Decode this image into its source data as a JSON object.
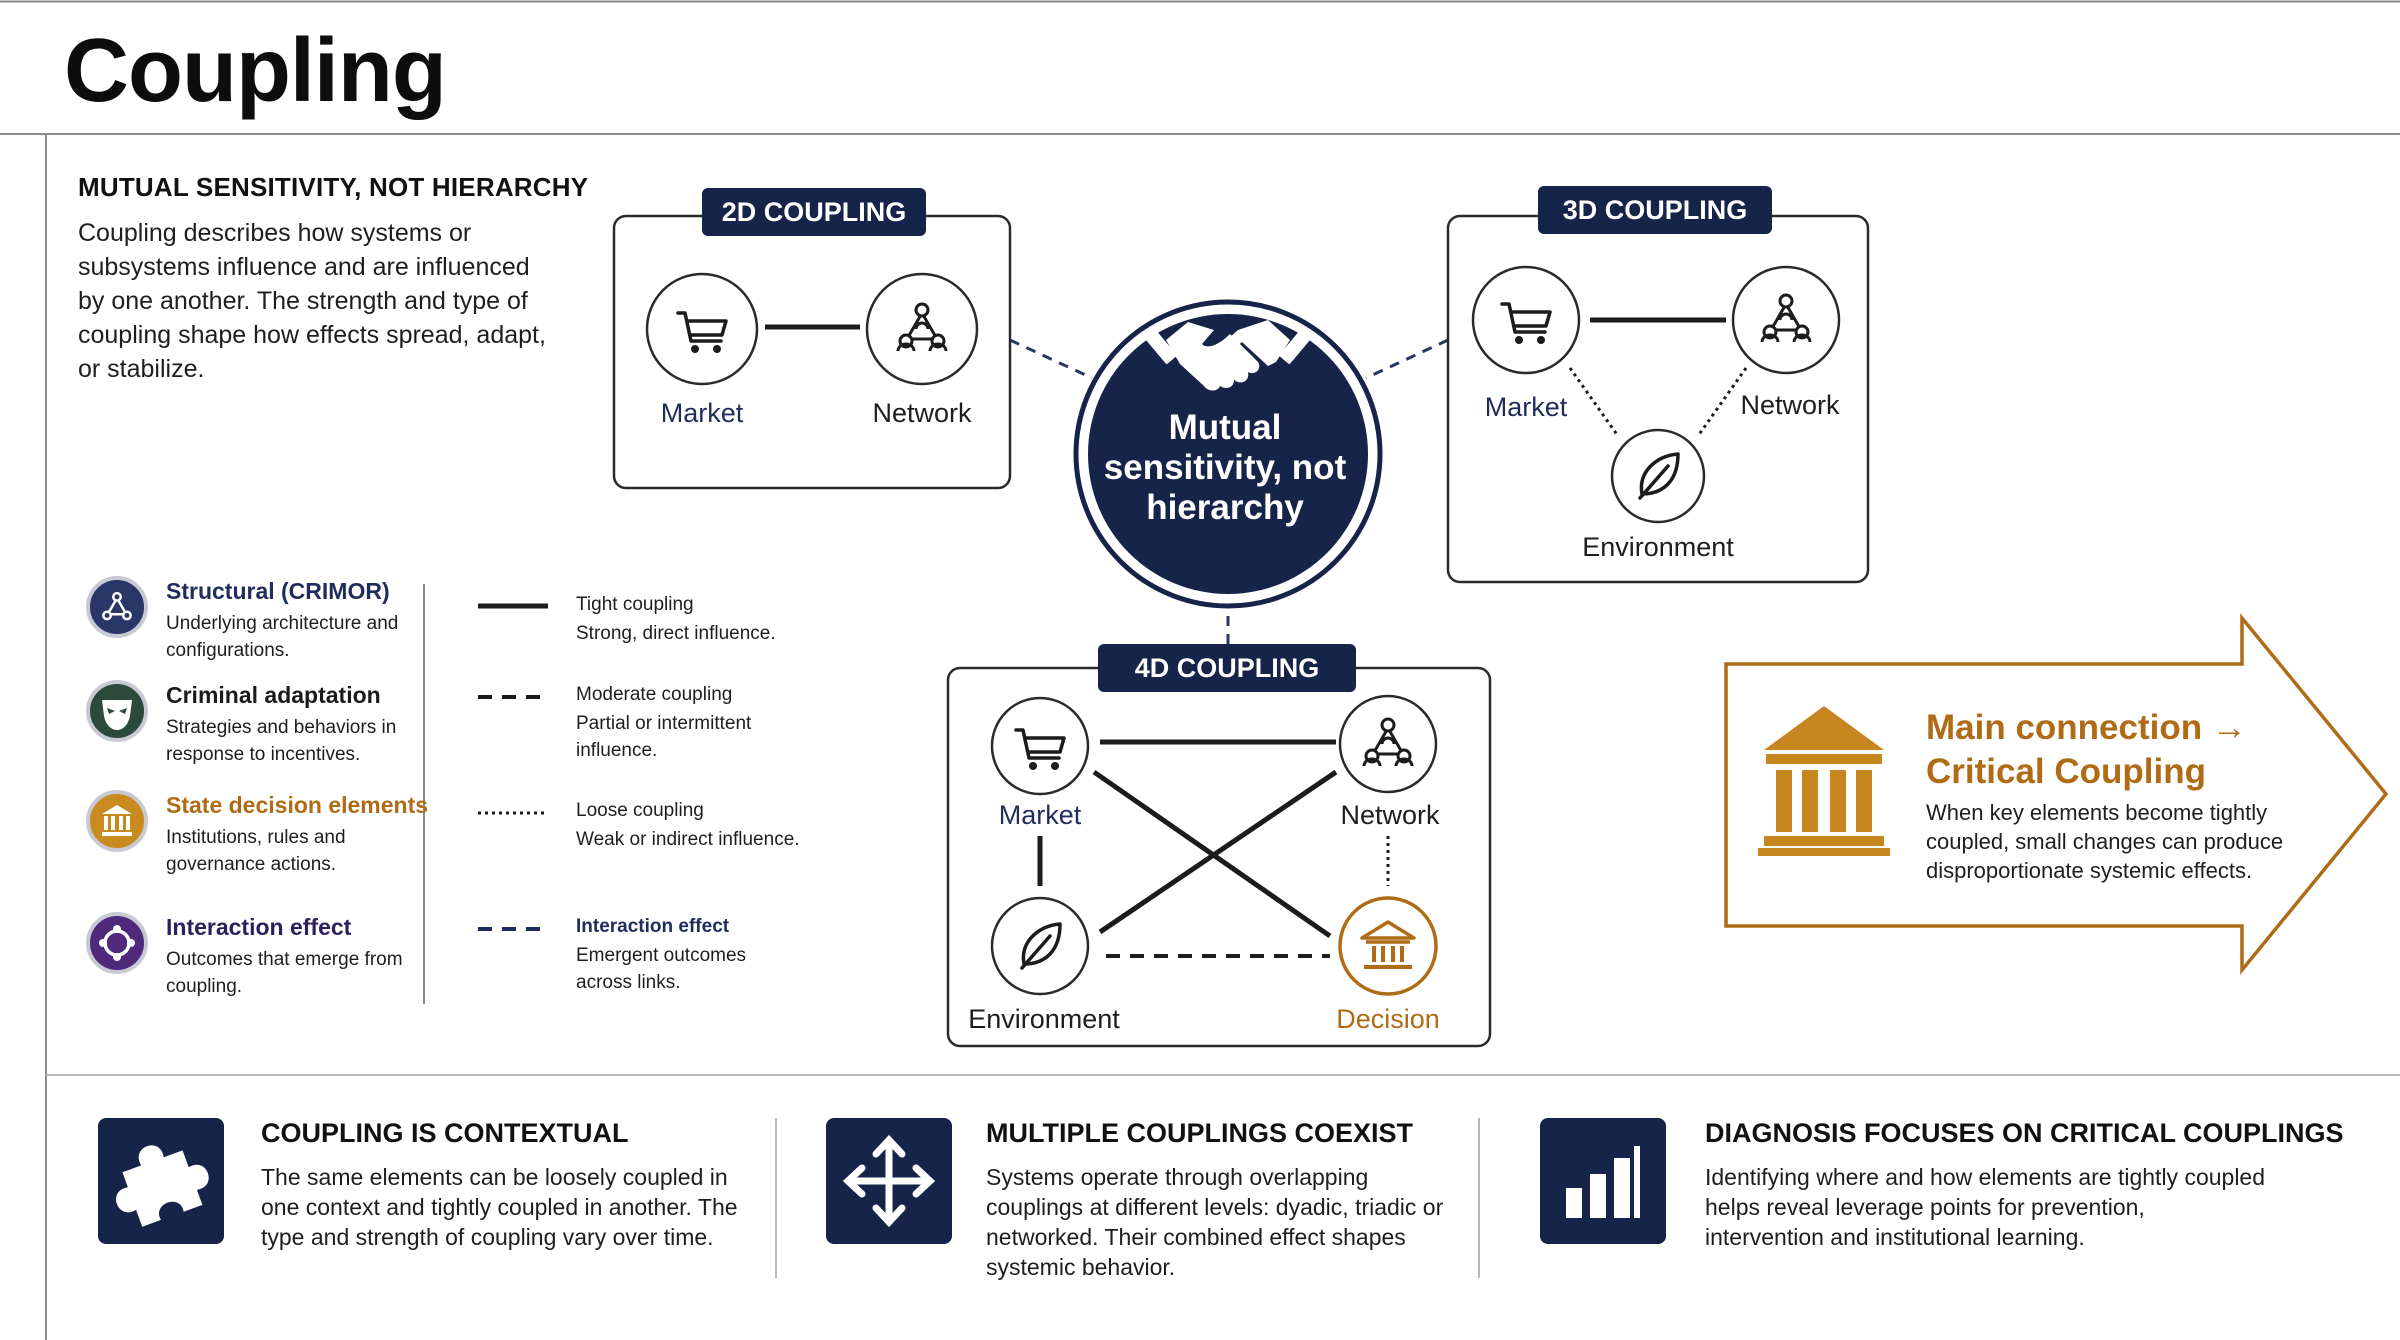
{
  "title": "Coupling",
  "intro": {
    "heading": "MUTUAL SENSITIVITY, NOT HIERARCHY",
    "body": "Coupling describes how systems or subsystems influence and are influenced by one another. The strength and type of coupling shape how effects spread, adapt, or stabilize."
  },
  "legend": [
    {
      "title": "Structural (CRIMOR)",
      "desc": "Underlying architecture and configurations.",
      "color": "#2a3668",
      "icon": "network-triangle-icon"
    },
    {
      "title": "Criminal adaptation",
      "desc": "Strategies and behaviors in response to incentives.",
      "color": "#2b4a3b",
      "icon": "mask-icon"
    },
    {
      "title": "State decision elements",
      "desc": "Institutions, rules and governance actions.",
      "color": "#c98a1f",
      "icon": "institution-icon"
    },
    {
      "title": "Interaction effect",
      "desc": "Outcomes that emerge from coupling.",
      "color": "#4f2a7c",
      "icon": "cycle-icon"
    }
  ],
  "line_legend": [
    {
      "title": "Tight coupling",
      "desc": "Strong, direct influence."
    },
    {
      "title": "Moderate coupling",
      "desc": "Partial or intermittent influence."
    },
    {
      "title": "Loose coupling",
      "desc": "Weak or indirect influence."
    },
    {
      "title": "Interaction effect",
      "desc": "Emergent outcomes across links."
    }
  ],
  "center": {
    "text": "Mutual sensitivity, not hierarchy"
  },
  "panels": {
    "p2d": {
      "label": "2D COUPLING",
      "market": "Market",
      "network": "Network"
    },
    "p3d": {
      "label": "3D COUPLING",
      "market": "Market",
      "network": "Network",
      "environment": "Environment"
    },
    "p4d": {
      "label": "4D COUPLING",
      "market": "Market",
      "network": "Network",
      "environment": "Environment",
      "decision": "Decision"
    }
  },
  "main_connection": {
    "title_line1": "Main connection →",
    "title_line2": "Critical Coupling",
    "desc": "When key elements become tightly coupled, small changes can produce disproportionate systemic effects."
  },
  "cards": [
    {
      "title": "COUPLING IS CONTEXTUAL",
      "body": "The same elements can be loosely coupled in one context and tightly coupled in another. The type and strength of coupling vary over time.",
      "icon": "puzzle-icon"
    },
    {
      "title": "MULTIPLE COUPLINGS COEXIST",
      "body": "Systems operate through overlapping couplings at different levels: dyadic, triadic or networked. Their combined effect shapes systemic behavior.",
      "icon": "move-arrows-icon"
    },
    {
      "title": "DIAGNOSIS FOCUSES ON CRITICAL COUPLINGS",
      "body": "Identifying where and how elements are tightly coupled helps reveal leverage points for prevention, intervention and institutional learning.",
      "icon": "bar-chart-icon"
    }
  ],
  "colors": {
    "navy": "#17244a",
    "gold": "#b06b16",
    "text": "#1e1e1e",
    "border": "#2a2a2a"
  }
}
